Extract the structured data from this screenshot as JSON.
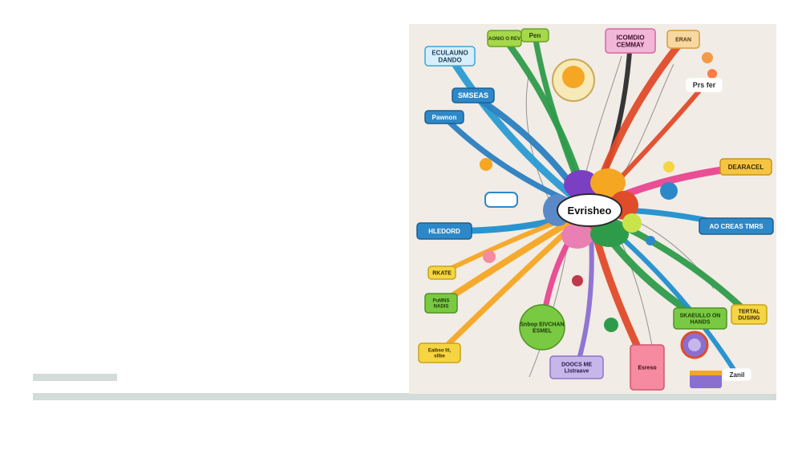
{
  "center": {
    "label": "Evrisheo"
  },
  "nodes": [
    {
      "id": "n1",
      "label": "ECULAUNO DANDO",
      "fill": "#d7eefb",
      "stroke": "#3aa7d6",
      "text_color": "#1a3c5a",
      "branch": "#2a9bd3"
    },
    {
      "id": "n2",
      "label": "AONIO O REV",
      "fill": "#a6d84a",
      "stroke": "#6aa329",
      "text_color": "#1f3d0c",
      "branch": "#2e9b4b"
    },
    {
      "id": "n3",
      "label": "Pen",
      "fill": "#a6d84a",
      "stroke": "#6aa329",
      "text_color": "#1f3d0c",
      "branch": "#2e9b4b"
    },
    {
      "id": "n4",
      "label": "ICOMDIO CEMMAY",
      "fill": "#f2b6d8",
      "stroke": "#d6679f",
      "text_color": "#3d1230",
      "branch": "#2c2c2c"
    },
    {
      "id": "n5",
      "label": "ERAN",
      "fill": "#f7d8a0",
      "stroke": "#d79c3c",
      "text_color": "#5a3a10",
      "branch": "#e04b2a"
    },
    {
      "id": "n6",
      "label": "SMSEAS",
      "fill": "#2d88c8",
      "stroke": "#1d5f91",
      "text_color": "#ffffff",
      "branch": "#2a7fc1"
    },
    {
      "id": "n7",
      "label": "Pawnon",
      "fill": "#2d88c8",
      "stroke": "#1d5f91",
      "text_color": "#ffffff",
      "branch": "#2a7fc1"
    },
    {
      "id": "n8",
      "label": "Prs fer",
      "fill": "#ffffff",
      "stroke": "#ffffff",
      "text_color": "#2c2c2c",
      "branch": "#e04b2a"
    },
    {
      "id": "n9",
      "label": "DEARACEL",
      "fill": "#f5c542",
      "stroke": "#c79418",
      "text_color": "#3a2a05",
      "branch": "#e9468f"
    },
    {
      "id": "n10",
      "label": "HLEDORD",
      "fill": "#2d88c8",
      "stroke": "#1d5f91",
      "text_color": "#ffffff",
      "branch": "#1f8fd0"
    },
    {
      "id": "n11",
      "label": "AO CREAS TMRS",
      "fill": "#2d88c8",
      "stroke": "#1d5f91",
      "text_color": "#ffffff",
      "branch": "#1f8fd0"
    },
    {
      "id": "n12",
      "label": "RKATE",
      "fill": "#f5d542",
      "stroke": "#c7a418",
      "text_color": "#3a2a05",
      "branch": "#f5a623"
    },
    {
      "id": "n13",
      "label": "SKAEULLO ON HANDS",
      "fill": "#7ac943",
      "stroke": "#4f9226",
      "text_color": "#1b3a08",
      "branch": "#2e9b4b"
    },
    {
      "id": "n14",
      "label": "TERTAL DUSING",
      "fill": "#f5d542",
      "stroke": "#c7a418",
      "text_color": "#3a2a05",
      "branch": "#2e9b4b"
    },
    {
      "id": "n15",
      "label": "Snbop EIVCHAN ESMEL",
      "fill": "#7ac943",
      "stroke": "#4f9226",
      "text_color": "#1b3a08",
      "branch": "#e9468f"
    },
    {
      "id": "n16",
      "label": "DOOCS ME LIstraave",
      "fill": "#c7b6ea",
      "stroke": "#8c76c6",
      "text_color": "#241a4a",
      "branch": "#8a6fd1"
    },
    {
      "id": "n17",
      "label": "Esreso",
      "fill": "#f58aa0",
      "stroke": "#d0566d",
      "text_color": "#3a0c18",
      "branch": "#e04b2a"
    },
    {
      "id": "n18",
      "label": "PuMNS NADIS",
      "fill": "#7ac943",
      "stroke": "#4f9226",
      "text_color": "#1b3a08",
      "branch": "#f5a623"
    },
    {
      "id": "n19",
      "label": "Eaibso lit, sllbe",
      "fill": "#f5d542",
      "stroke": "#c7a418",
      "text_color": "#3a2a05",
      "branch": "#f5a623"
    },
    {
      "id": "n20",
      "label": "Zanil",
      "fill": "#ffffff",
      "stroke": "#ffffff",
      "text_color": "#2c2c2c",
      "branch": "#1f8fd0"
    }
  ]
}
